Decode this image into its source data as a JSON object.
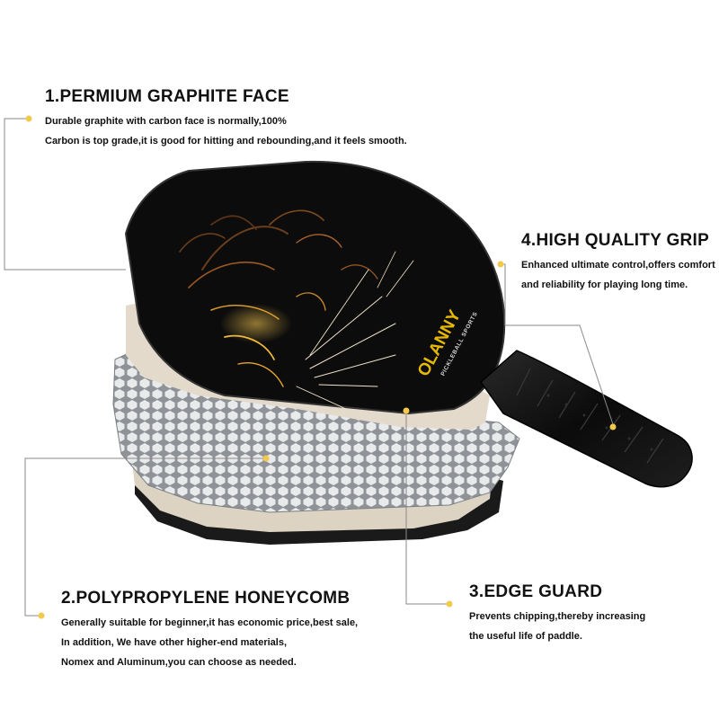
{
  "brand": {
    "name": "OLANNY",
    "tagline": "PICKLEBALL SPORTS",
    "accent_color": "#e6b800"
  },
  "features": [
    {
      "heading": "1.PERMIUM GRAPHITE FACE",
      "lines": [
        "Durable graphite with carbon face is normally,100%",
        "Carbon is top grade,it is good for hitting and rebounding,and it feels smooth."
      ]
    },
    {
      "heading": "4.HIGH QUALITY GRIP",
      "lines": [
        "Enhanced ultimate control,offers comfort",
        "and reliability for playing long time."
      ]
    },
    {
      "heading": "3.EDGE GUARD",
      "lines": [
        "Prevents chipping,thereby increasing",
        "the useful life of paddle."
      ]
    },
    {
      "heading": "2.POLYPROPYLENE HONEYCOMB",
      "lines": [
        "Generally suitable for beginner,it has economic price,best sale,",
        "In addition, We have other higher-end materials,",
        "Nomex and Aluminum,you can choose as needed."
      ]
    }
  ],
  "callout_dot_color": "#f2c94c",
  "callout_line_color": "#8a8a8a"
}
